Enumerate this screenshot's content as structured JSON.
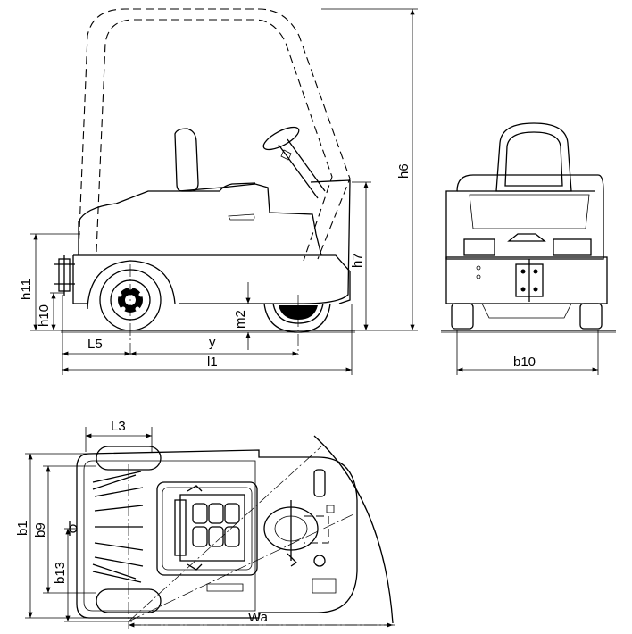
{
  "labels": {
    "h6": "h6",
    "h7": "h7",
    "h11": "h11",
    "h10": "h10",
    "m2": "m2",
    "L5": "L5",
    "y": "y",
    "l1": "l1",
    "b10": "b10",
    "L3": "L3",
    "b1": "b1",
    "b9": "b9",
    "b13": "b13",
    "Wa": "Wa"
  }
}
